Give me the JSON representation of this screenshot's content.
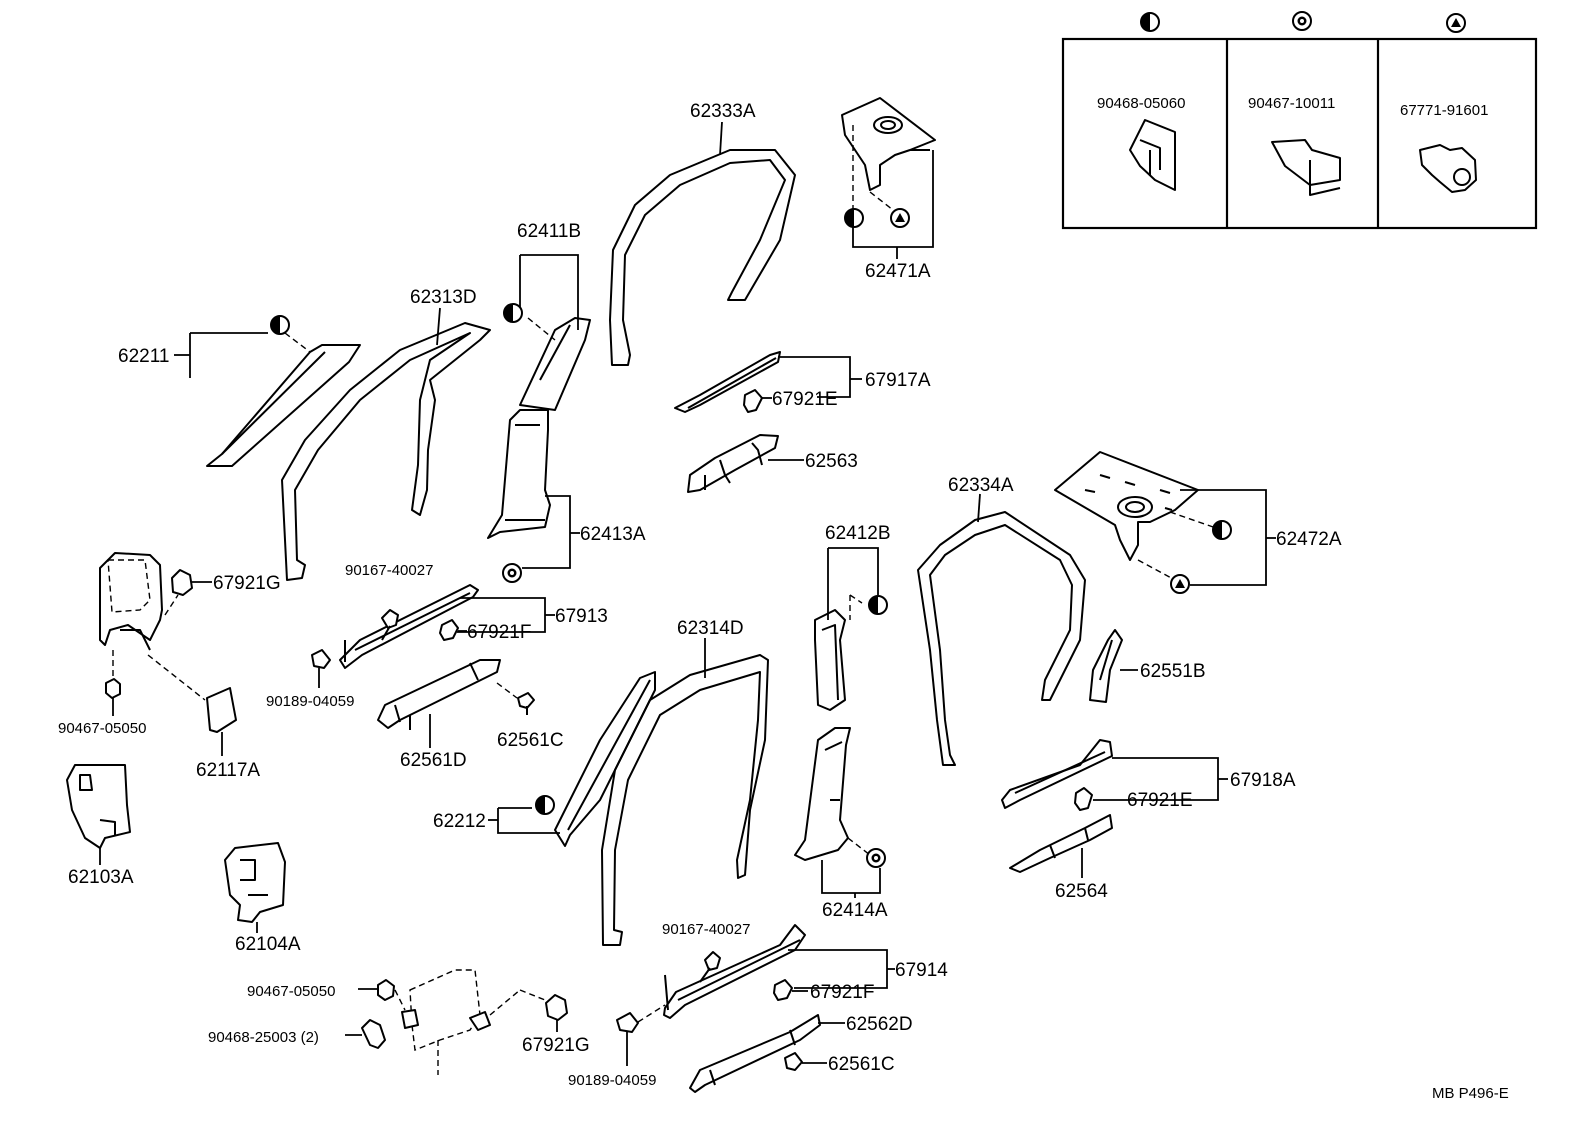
{
  "diagram": {
    "code": "MB P496-E",
    "legend": {
      "cells": [
        {
          "symbol": "half-circle-icon",
          "part": "90468-05060"
        },
        {
          "symbol": "clip-circle-icon",
          "part": "90467-10011"
        },
        {
          "symbol": "triangle-circle-icon",
          "part": "67771-91601"
        }
      ]
    },
    "labels": {
      "p62211": "62211",
      "p62313D": "62313D",
      "p62411B": "62411B",
      "p62333A": "62333A",
      "p62471A": "62471A",
      "p67917A": "67917A",
      "p67921E_a": "67921E",
      "p62563": "62563",
      "p62413A": "62413A",
      "p67921G_a": "67921G",
      "p90167_a": "90167-40027",
      "p67913": "67913",
      "p67921F_a": "67921F",
      "p90189_a": "90189-04059",
      "p90467_a": "90467-05050",
      "p62117A": "62117A",
      "p62561D": "62561D",
      "p62561C_a": "62561C",
      "p62103A": "62103A",
      "p62104A": "62104A",
      "p62212": "62212",
      "p62314D": "62314D",
      "p62412B": "62412B",
      "p62414A": "62414A",
      "p62334A": "62334A",
      "p62472A": "62472A",
      "p62551B": "62551B",
      "p67918A": "67918A",
      "p67921E_b": "67921E",
      "p62564": "62564",
      "p90167_b": "90167-40027",
      "p67914": "67914",
      "p67921F_b": "67921F",
      "p62562D": "62562D",
      "p62561C_b": "62561C",
      "p90189_b": "90189-04059",
      "p90467_b": "90467-05050",
      "p90468": "90468-25003 (2)",
      "p67921G_b": "67921G"
    }
  }
}
